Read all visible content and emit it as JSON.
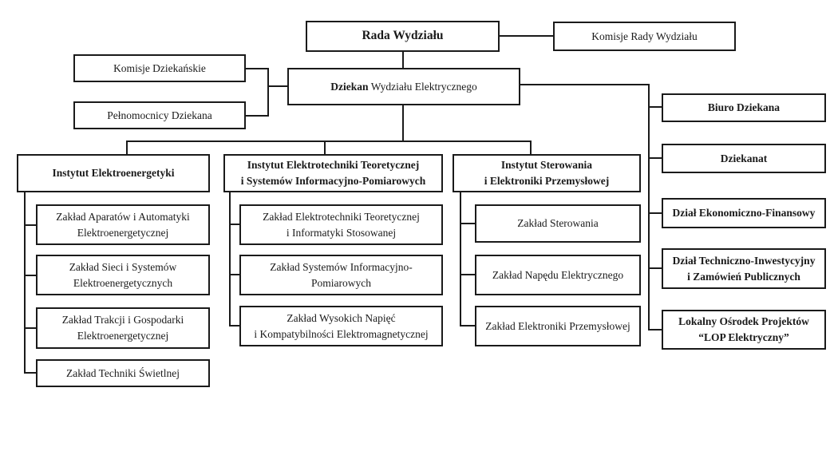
{
  "org": {
    "rada_wydzialu": {
      "label": "Rada Wydziału"
    },
    "komisje_rady": {
      "label": "Komisje Rady Wydziału"
    },
    "komisje_dziekanskie": {
      "label": "Komisje Dziekańskie"
    },
    "pelnomocnicy_dziekana": {
      "label": "Pełnomocnicy Dziekana"
    },
    "dziekan": {
      "title": "Dziekan",
      "subtitle": "Wydziału Elektrycznego"
    },
    "admin_units": [
      {
        "label": "Biuro Dziekana"
      },
      {
        "label": "Dziekanat"
      },
      {
        "label": "Dział Ekonomiczno-Finansowy"
      },
      {
        "label": "Dział Techniczno-Inwestycyjny\ni Zamówień Publicznych"
      },
      {
        "label": "Lokalny Ośrodek Projektów\n“LOP Elektryczny”"
      }
    ],
    "institutes": [
      {
        "label": "Instytut Elektroenergetyki",
        "units": [
          "Zakład Aparatów i Automatyki\nElektroenergetycznej",
          "Zakład Sieci i Systemów\nElektroenergetycznych",
          "Zakład Trakcji i Gospodarki\nElektroenergetycznej",
          "Zakład Techniki Świetlnej"
        ]
      },
      {
        "label": "Instytut Elektrotechniki Teoretycznej\ni Systemów Informacyjno-Pomiarowych",
        "units": [
          "Zakład Elektrotechniki Teoretycznej\ni Informatyki Stosowanej",
          "Zakład Systemów Informacyjno-\nPomiarowych",
          "Zakład Wysokich Napięć\ni Kompatybilności Elektromagnetycznej"
        ]
      },
      {
        "label": "Instytut Sterowania\ni Elektroniki Przemysłowej",
        "units": [
          "Zakład Sterowania",
          "Zakład Napędu Elektrycznego",
          "Zakład Elektroniki Przemysłowej"
        ]
      }
    ],
    "line_color": "#1a1a1a"
  }
}
